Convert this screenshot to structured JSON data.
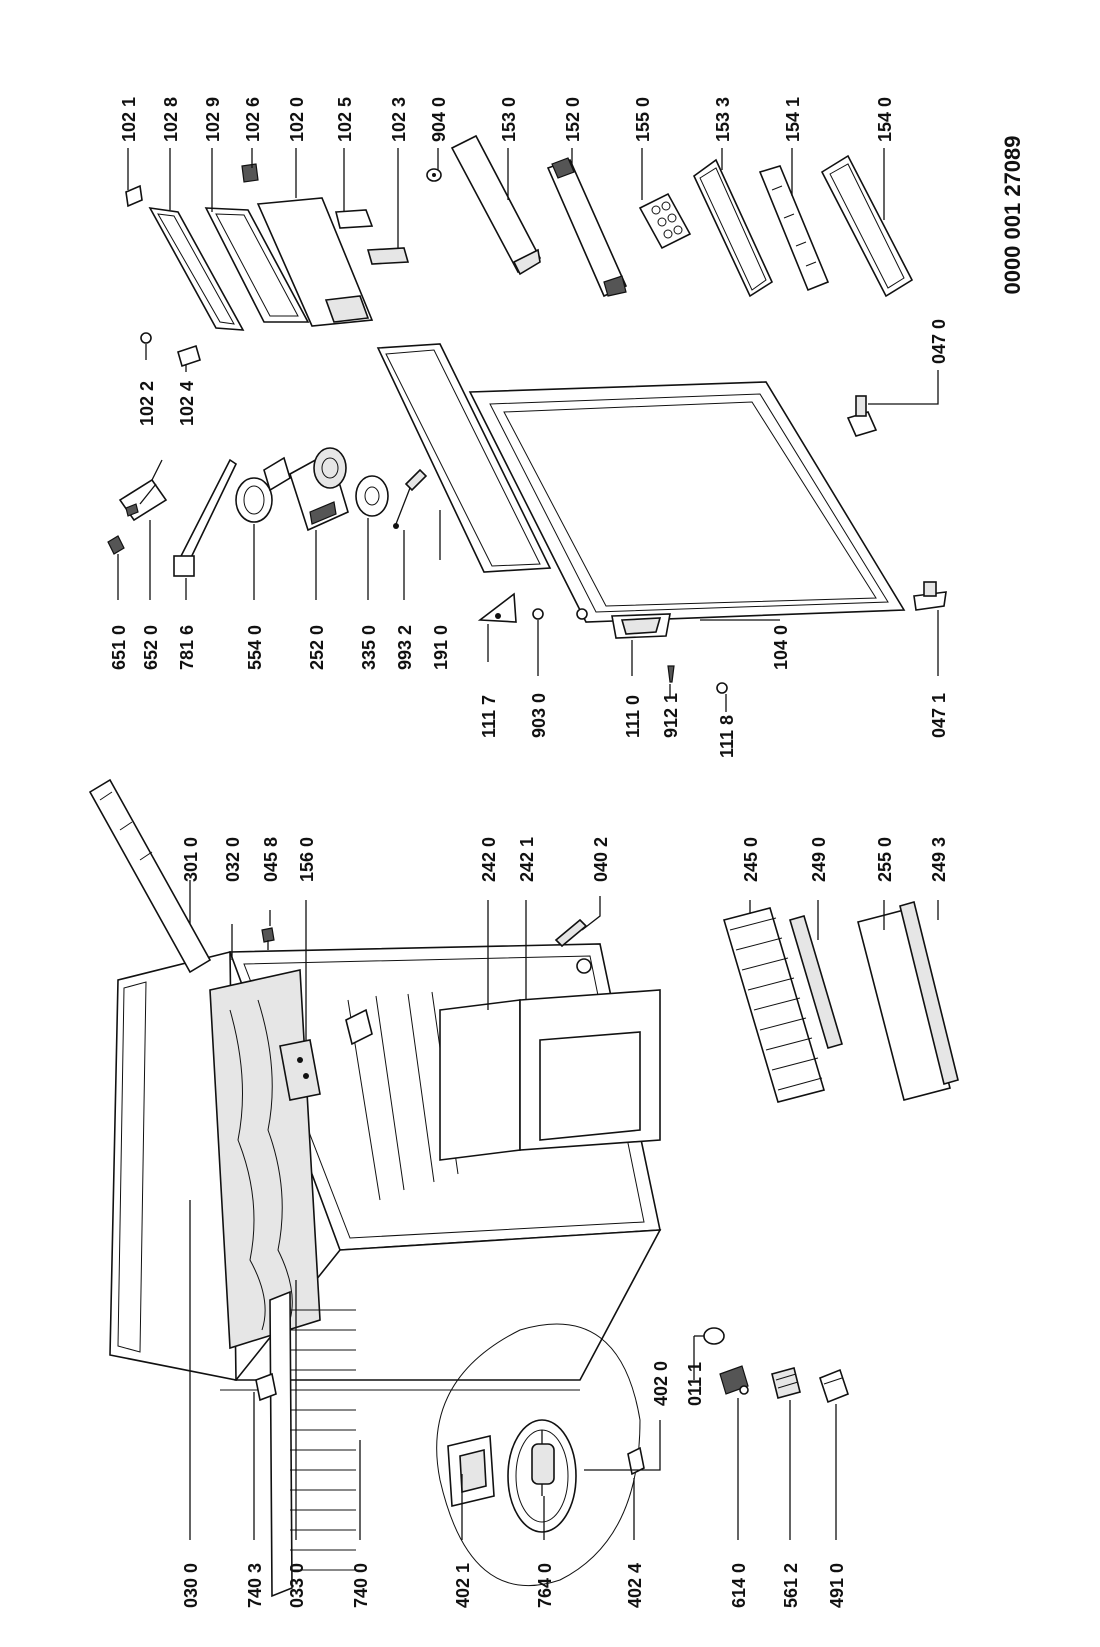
{
  "document_number": "0000 001 27089",
  "labels": {
    "p1021": "102 1",
    "p1028": "102 8",
    "p1029": "102 9",
    "p1026": "102 6",
    "p1020": "102 0",
    "p1025": "102 5",
    "p1023": "102 3",
    "p9040": "904 0",
    "p1530": "153 0",
    "p1520": "152 0",
    "p1550": "155 0",
    "p1533": "153 3",
    "p1541": "154 1",
    "p1540": "154 0",
    "p1022": "102 2",
    "p1024": "102 4",
    "p0470": "047 0",
    "p6510": "651 0",
    "p6520": "652 0",
    "p7816": "781 6",
    "p5540": "554 0",
    "p2520": "252 0",
    "p3350": "335 0",
    "p9932": "993 2",
    "p1910": "191 0",
    "p1117": "111 7",
    "p9030": "903 0",
    "p1110": "111 0",
    "p9121": "912 1",
    "p1118": "111 8",
    "p1040": "104 0",
    "p0471": "047 1",
    "p3010": "301 0",
    "p0320": "032 0",
    "p0458": "045 8",
    "p1560": "156 0",
    "p2420": "242 0",
    "p2421": "242 1",
    "p0402": "040 2",
    "p2450": "245 0",
    "p2490": "249 0",
    "p2550": "255 0",
    "p2493": "249 3",
    "p0300": "030 0",
    "p7403": "740 3",
    "p0330": "033 0",
    "p7400": "740 0",
    "p4021": "402 1",
    "p7640": "764 0",
    "p4024": "402 4",
    "p6140": "614 0",
    "p5612": "561 2",
    "p4910": "491 0",
    "p4020": "402 0",
    "p0111": "011 1"
  }
}
